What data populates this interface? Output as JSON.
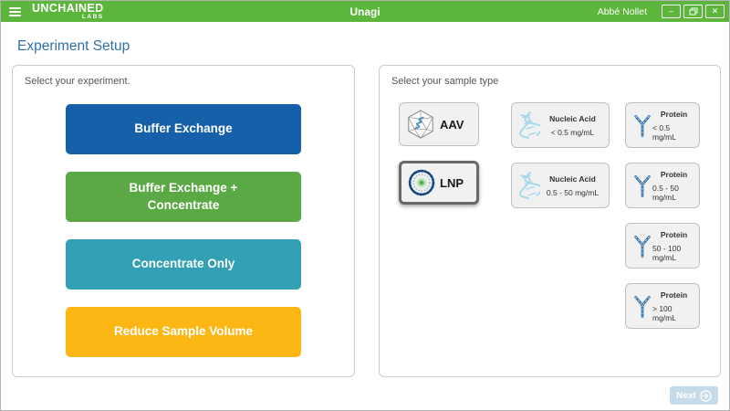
{
  "titlebar": {
    "brand": "UNCHAINED",
    "brand_sub": "LABS",
    "title": "Unagi",
    "user": "Abbé Nollet",
    "minimize_glyph": "–",
    "close_glyph": "✕"
  },
  "page": {
    "title": "Experiment Setup"
  },
  "experiment_panel": {
    "label": "Select your experiment.",
    "buttons": [
      {
        "label": "Buffer Exchange",
        "color": "#1560a8"
      },
      {
        "label": "Buffer Exchange +\nConcentrate",
        "color": "#5ba945"
      },
      {
        "label": "Concentrate Only",
        "color": "#33a0b5"
      },
      {
        "label": "Reduce Sample Volume",
        "color": "#fdb714"
      }
    ]
  },
  "sample_panel": {
    "label": "Select your sample type",
    "aav_lnp": [
      {
        "label": "AAV",
        "selected": false,
        "icon": "aav-capsid-icon"
      },
      {
        "label": "LNP",
        "selected": true,
        "icon": "lnp-liposome-icon"
      }
    ],
    "nucleic_acid": [
      {
        "title": "Nucleic Acid",
        "range": "< 0.5 mg/mL",
        "icon": "dna-helix-icon"
      },
      {
        "title": "Nucleic Acid",
        "range": "0.5 - 50 mg/mL",
        "icon": "dna-helix-icon"
      }
    ],
    "protein": [
      {
        "title": "Protein",
        "range": "< 0.5 mg/mL",
        "icon": "antibody-icon"
      },
      {
        "title": "Protein",
        "range": "0.5 - 50 mg/mL",
        "icon": "antibody-icon"
      },
      {
        "title": "Protein",
        "range": "50 - 100 mg/mL",
        "icon": "antibody-icon"
      },
      {
        "title": "Protein",
        "range": "> 100 mg/mL",
        "icon": "antibody-icon"
      }
    ]
  },
  "footer": {
    "next_label": "Next",
    "next_bg": "#c5dbea"
  },
  "colors": {
    "header_green": "#5cb63c",
    "heading_blue": "#2f71a7",
    "selected_tile_border": "#686868"
  }
}
